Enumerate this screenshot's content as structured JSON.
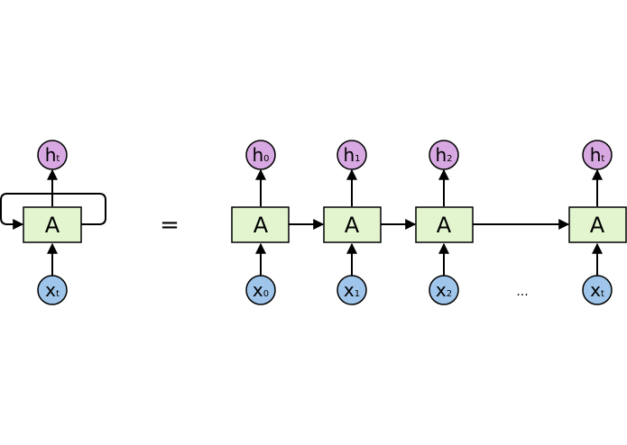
{
  "diagram": {
    "cell_label": "A",
    "equals": "=",
    "ellipsis": "...",
    "folded": {
      "output": {
        "base": "h",
        "sub": "t"
      },
      "input": {
        "base": "x",
        "sub": "t"
      }
    },
    "unrolled": [
      {
        "output": {
          "base": "h",
          "sub": "0"
        },
        "input": {
          "base": "x",
          "sub": "0"
        }
      },
      {
        "output": {
          "base": "h",
          "sub": "1"
        },
        "input": {
          "base": "x",
          "sub": "1"
        }
      },
      {
        "output": {
          "base": "h",
          "sub": "2"
        },
        "input": {
          "base": "x",
          "sub": "2"
        }
      },
      {
        "output": {
          "base": "h",
          "sub": "t"
        },
        "input": {
          "base": "x",
          "sub": "t"
        }
      }
    ],
    "colors": {
      "output_node": "#d7a8e2",
      "input_node": "#9fc5ea",
      "cell": "#e3f5cf"
    }
  }
}
